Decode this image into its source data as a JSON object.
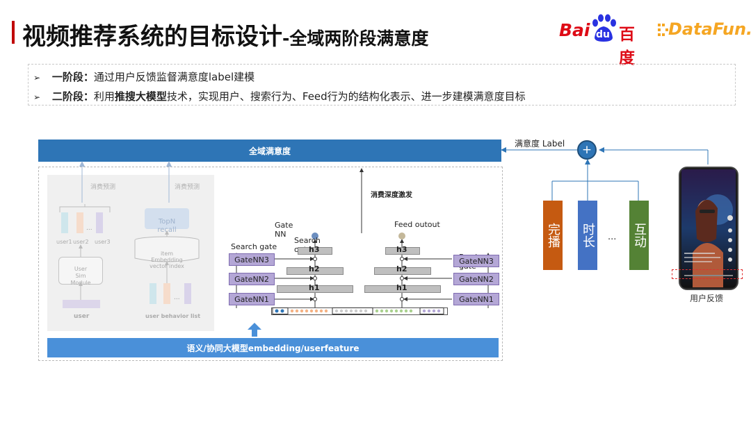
{
  "header": {
    "title": "视频推荐系统的目标设计",
    "subtitle": "-全域两阶段满意度",
    "brand_baidu_bai": "Bai",
    "brand_baidu_du": "du",
    "brand_baidu_cn": "百度",
    "brand_datafun": "DataFun."
  },
  "bullets": [
    {
      "marker": "➢",
      "bold_lead": "一阶段：",
      "text": "通过用户反馈监督满意度label建模"
    },
    {
      "marker": "➢",
      "bold_lead": "二阶段：",
      "text_before": "利用",
      "bold_mid": "推搜大模型",
      "text_after": "技术，实现用户、搜索行为、Feed行为的结构化表示、进一步建模满意度目标"
    }
  ],
  "diagram": {
    "top_bar": "全域满意度",
    "bottom_bar": "语义/协同大模型embedding/userfeature",
    "left_panel": {
      "consume_predict_1": "消费预测",
      "consume_predict_2": "消费预测",
      "user_labels": [
        "user1",
        "user2",
        "...",
        "user3"
      ],
      "ellipsis": "...",
      "user_sim_module": "User\nSim\nModule",
      "user": "user",
      "topn_recall": "TopN\nrecall",
      "item_embedding": "item\nEmbedding\nvector index",
      "user_behavior_list": "user behavior list"
    },
    "center_panel": {
      "deep_incentive": "消费深度激发",
      "gate_nn": "Gate\nNN",
      "search_outout": "Search\noutout",
      "feed_outout": "Feed outout",
      "search_gate": "Search gate",
      "feed_gate": "Feed\ngate",
      "gatenn_left": [
        "GateNN3",
        "GateNN2",
        "GateNN1"
      ],
      "gatenn_right": [
        "GateNN3",
        "GateNN2",
        "GateNN1"
      ],
      "h_labels": [
        "h3",
        "h2",
        "h1"
      ]
    },
    "right_panel": {
      "satisfaction_label": "满意度 Label",
      "plus": "+",
      "metrics": [
        {
          "label": "完播",
          "color": "#c55a11"
        },
        {
          "label": "时长",
          "color": "#4472c4"
        },
        {
          "label": "...",
          "color": ""
        },
        {
          "label": "互动",
          "color": "#548235"
        }
      ],
      "user_feedback": "用户反馈"
    }
  },
  "colors": {
    "title_accent": "#c00000",
    "top_bar": "#2e75b6",
    "bottom_bar": "#4a90d9",
    "gate_box": "#b4a7d6",
    "baidu_red": "#de0b16",
    "baidu_blue": "#2932e1",
    "datafun_orange": "#f5a623"
  }
}
